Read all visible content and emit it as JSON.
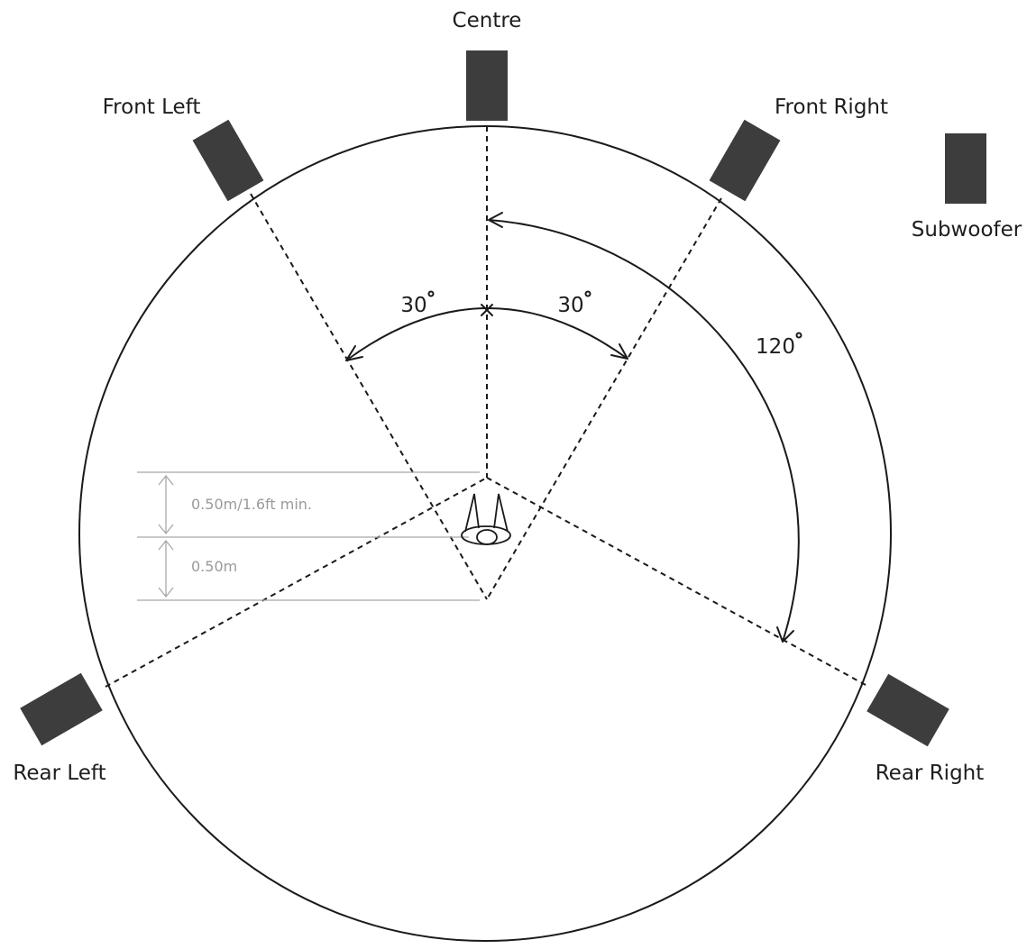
{
  "speakers": {
    "centre": "Centre",
    "front_left": "Front Left",
    "front_right": "Front Right",
    "subwoofer": "Subwoofer",
    "rear_left": "Rear Left",
    "rear_right": "Rear Right"
  },
  "angles": {
    "left_front": "30",
    "right_front": "30",
    "rear": "120"
  },
  "dimensions": {
    "upper": "0.50m/1.6ft min.",
    "lower": "0.50m"
  },
  "colors": {
    "speaker_fill": "#3d3d3d",
    "line": "#1a1a1a",
    "dimension": "#a8a8a8"
  }
}
